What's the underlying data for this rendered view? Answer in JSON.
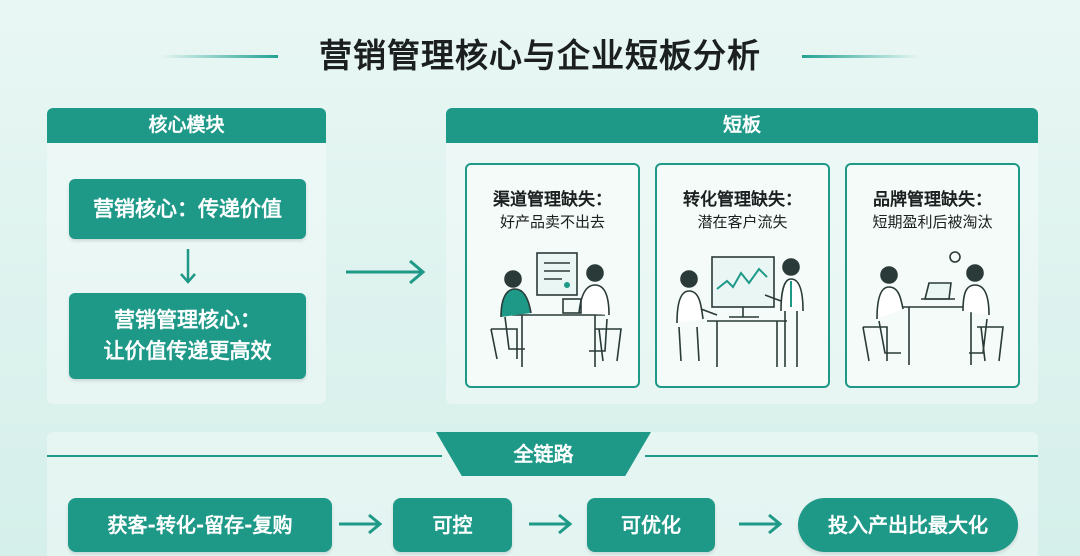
{
  "title": "营销管理核心与企业短板分析",
  "core_module": {
    "header": "核心模块",
    "box1": "营销核心：传递价值",
    "box2_line1": "营销管理核心：",
    "box2_line2": "让价值传递更高效"
  },
  "shortcomings": {
    "header": "短板",
    "cards": [
      {
        "title": "渠道管理缺失：",
        "subtitle": "好产品卖不出去",
        "illustration": "meeting-document-icon"
      },
      {
        "title": "转化管理缺失：",
        "subtitle": "潜在客户流失",
        "illustration": "presentation-chart-icon"
      },
      {
        "title": "品牌管理缺失：",
        "subtitle": "短期盈利后被淘汰",
        "illustration": "laptop-discussion-icon"
      }
    ]
  },
  "full_chain": {
    "header": "全链路",
    "steps": [
      "获客-转化-留存-复购",
      "可控",
      "可优化",
      "投入产出比最大化"
    ]
  },
  "colors": {
    "accent": "#1e9988",
    "background": "#e3f5f1",
    "title_text": "#1b1f1f"
  }
}
